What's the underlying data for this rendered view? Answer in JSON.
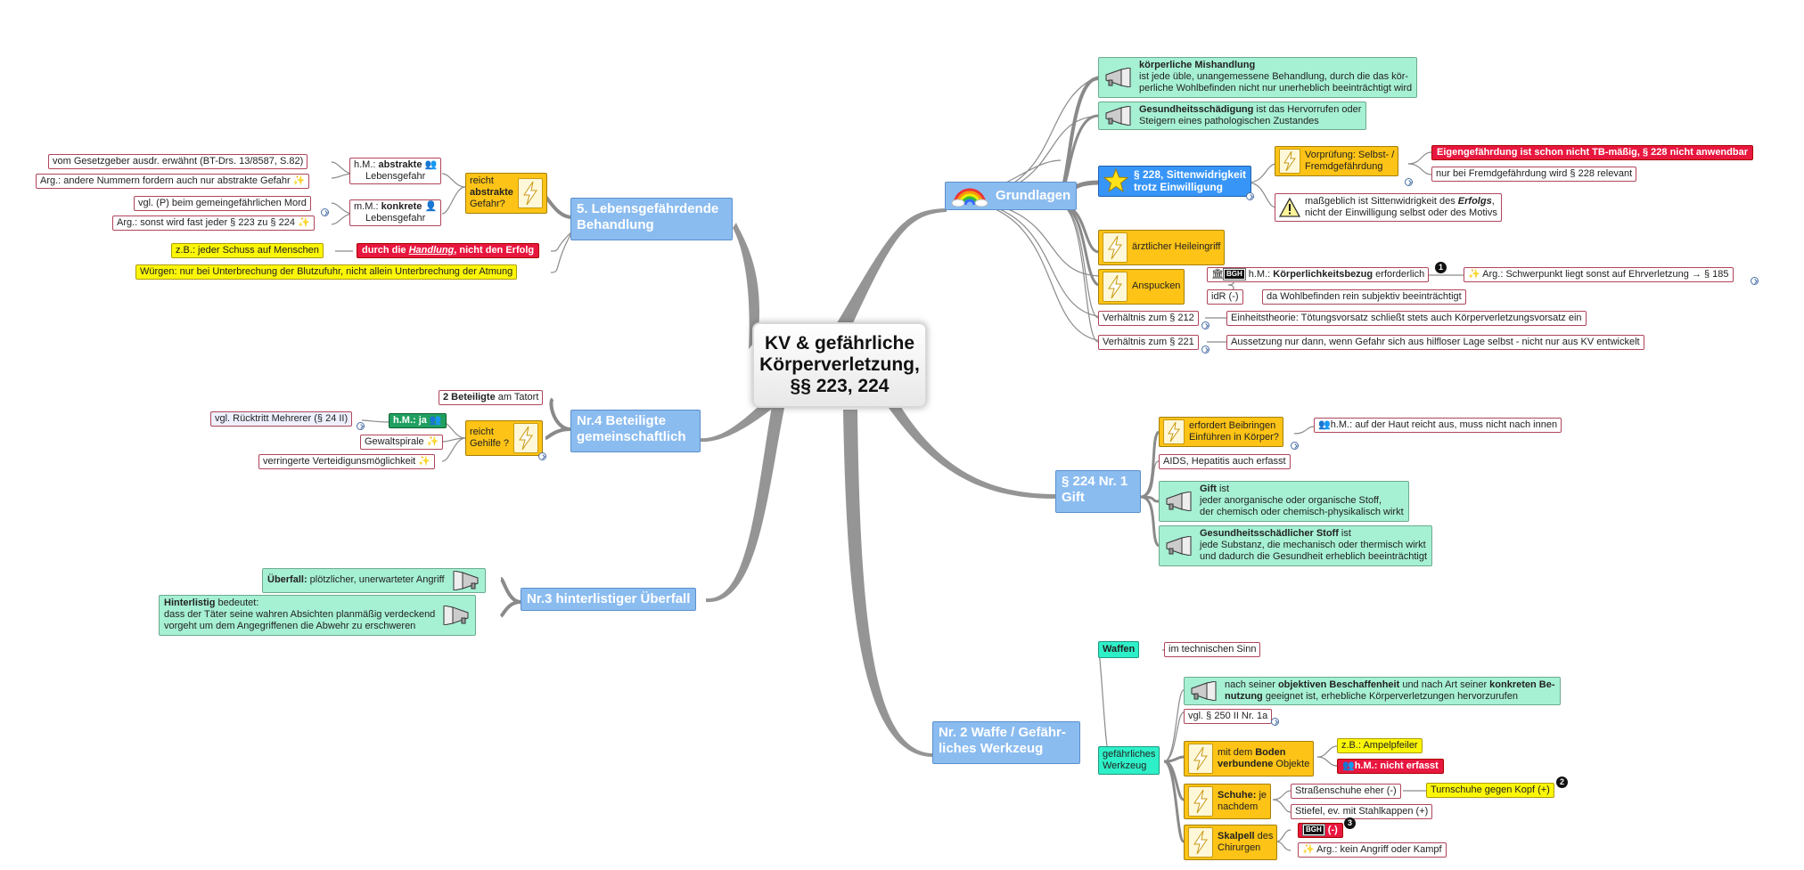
{
  "center": {
    "line1": "KV & gefährliche",
    "line2": "Körperverletzung,",
    "line3": "§§ 223, 224"
  },
  "topics": {
    "grundlagen": "Grundlagen",
    "gift": "§ 224 Nr. 1 Gift",
    "waffe": "Nr. 2 Waffe / Gefähr-liches Werkzeug",
    "lebens": "5. Lebensgefährdende Behandlung",
    "beteiligte": "Nr.4 Beteiligte gemeinschaftlich",
    "ueberfall": "Nr.3 hinterlistiger Überfall"
  },
  "grundlagen": {
    "mis_b": "körperliche Mishandlung",
    "mis_t1": "ist jede üble, unangemessene Behandlung, durch die das kör-",
    "mis_t2": "perliche Wohlbefinden nicht nur unerheblich beeinträchtigt wird",
    "ges_b": "Gesundheitsschädigung",
    "ges_t1": " ist das Hervorrufen oder",
    "ges_t2": "Steigern eines pathologischen Zustandes",
    "sitten1": "§ 228, Sittenwidrigkeit",
    "sitten2": "trotz Einwilligung",
    "vorpr1": "Vorprüfung: Selbst- /",
    "vorpr2": "Fremdgefährdung",
    "eigen": "Eigengefährdung ist schon nicht TB-mäßig, § 228 nicht anwendbar",
    "fremd": "nur bei Fremdgefährdung wird § 228 relevant",
    "massg1": "maßgeblich ist Sittenwidrigkeit des ",
    "massg_b": "Erfolgs",
    "massg1e": ",",
    "massg2": "nicht der Einwilligung selbst oder des Motivs",
    "heil": "ärztlicher Heileingriff",
    "anspucken": "Anspucken",
    "bgh": "BGH",
    "hm_pre": "h.M.: ",
    "hm_b": "Körperlichkeitsbezug",
    "hm_post": " erforderlich",
    "badge1": "1",
    "arg_schwer": "Arg.: Schwerpunkt liegt sonst auf Ehrverletzung → § 185",
    "idr": "idR (-)",
    "wohl": "da Wohlbefinden rein subjektiv beeinträchtigt",
    "v212": "Verhältnis zum § 212",
    "einheit": "Einheitstheorie: Tötungsvorsatz schließt stets auch Körperverletzungsvorsatz ein",
    "v221": "Verhältnis zum § 221",
    "aussetzung": "Aussetzung nur dann, wenn Gefahr sich aus hilfloser Lage selbst - nicht nur aus KV entwickelt"
  },
  "gift": {
    "erfordert1": "erfordert Beibringen",
    "erfordert2": "Einführen in Körper?",
    "haut": "h.M.: auf der Haut reicht aus, muss nicht nach innen",
    "aids": "AIDS, Hepatitis auch erfasst",
    "gift_b": "Gift",
    "gift_t1": " ist",
    "gift_t2": "jeder anorganische oder organische Stoff,",
    "gift_t3": "der chemisch oder chemisch-physikalisch wirkt",
    "ges_b": "Gesundheitsschädlicher Stoff",
    "ges_t1": " ist",
    "ges_t2": "jede Substanz, die mechanisch oder thermisch wirkt",
    "ges_t3": "und dadurch die Gesundheit erheblich beeinträchtigt"
  },
  "waffe": {
    "waffen": "Waffen",
    "techn": "im technischen Sinn",
    "gef1": "gefährliches",
    "gef2": "Werkzeug",
    "obj_p1": "nach seiner ",
    "obj_b1": "objektiven Beschaffenheit",
    "obj_p2": " und nach Art seiner ",
    "obj_b2": "konkreten Be-",
    "obj_b3": "nutzung",
    "obj_p3": " geeignet ist, erhebliche Körperverletzungen hervorzurufen",
    "vgl250": "vgl. § 250 II Nr. 1a",
    "boden_p": "mit dem ",
    "boden_b1": "Boden",
    "boden_b2": "verbundene",
    "boden_p2": " Objekte",
    "ampel": "z.B.: Ampelpfeiler",
    "nicht": "h.M.: nicht erfasst",
    "schuhe_b": "Schuhe:",
    "schuhe_p": " je",
    "schuhe_2": "nachdem",
    "strasse": "Straßenschuhe eher (-)",
    "turn": "Turnschuhe gegen Kopf (+)",
    "badge2": "2",
    "stiefel": "Stiefel, ev. mit Stahlkappen (+)",
    "skal_b": "Skalpell",
    "skal_p": " des",
    "skal_2": "Chirurgen",
    "bgh": "BGH",
    "minus": "(-)",
    "badge3": "3",
    "angriff": "Arg.: kein Angriff oder Kampf"
  },
  "lebens": {
    "reicht1": "reicht",
    "reicht2": "abstrakte",
    "reicht3": "Gefahr?",
    "hm1_p": "h.M.: ",
    "hm1_b": "abstrakte",
    "hm1_2": "Lebensgefahr",
    "gesetz": "vom Gesetzgeber ausdr. erwähnt (BT-Drs. 13/8587, S.82)",
    "andere": "Arg.: andere Nummern fordern auch nur abstrakte Gefahr",
    "mm_p": "m.M.: ",
    "mm_b": "konkrete",
    "mm_2": "Lebensgefahr",
    "vglP": "vgl. (P) beim gemeingefährlichen Mord",
    "sonst": "Arg.: sonst wird fast jeder § 223 zu § 224",
    "schuss": "z.B.: jeder Schuss auf Menschen",
    "durch_p1": "durch die ",
    "durch_i": "Handlung",
    "durch_p2": ", nicht den Erfolg",
    "wuergen": "Würgen: nur bei Unterbrechung der Blutzufuhr, nicht allein Unterbrechung der Atmung"
  },
  "beteiligte": {
    "zwei_b": "2 Beteiligte",
    "zwei_p": " am Tatort",
    "reicht1": "reicht",
    "reicht2": "Gehilfe ?",
    "hmja": "h.M.: ja",
    "ruecktritt": "vgl. Rücktritt Mehrerer (§ 24 II)",
    "gewalt": "Gewaltspirale",
    "verring": "verringerte Verteidigunsmöglichkeit"
  },
  "ueberfall": {
    "ueb_b": "Überfall:",
    "ueb_p": " plötzlicher, unerwarteter Angriff",
    "hint_b": "Hinterlistig",
    "hint_p": " bedeutet:",
    "hint_2": "dass der Täter seine wahren Absichten planmäßig verdeckend",
    "hint_3": "vorgeht um dem Angegriffenen die Abwehr zu erschweren"
  }
}
